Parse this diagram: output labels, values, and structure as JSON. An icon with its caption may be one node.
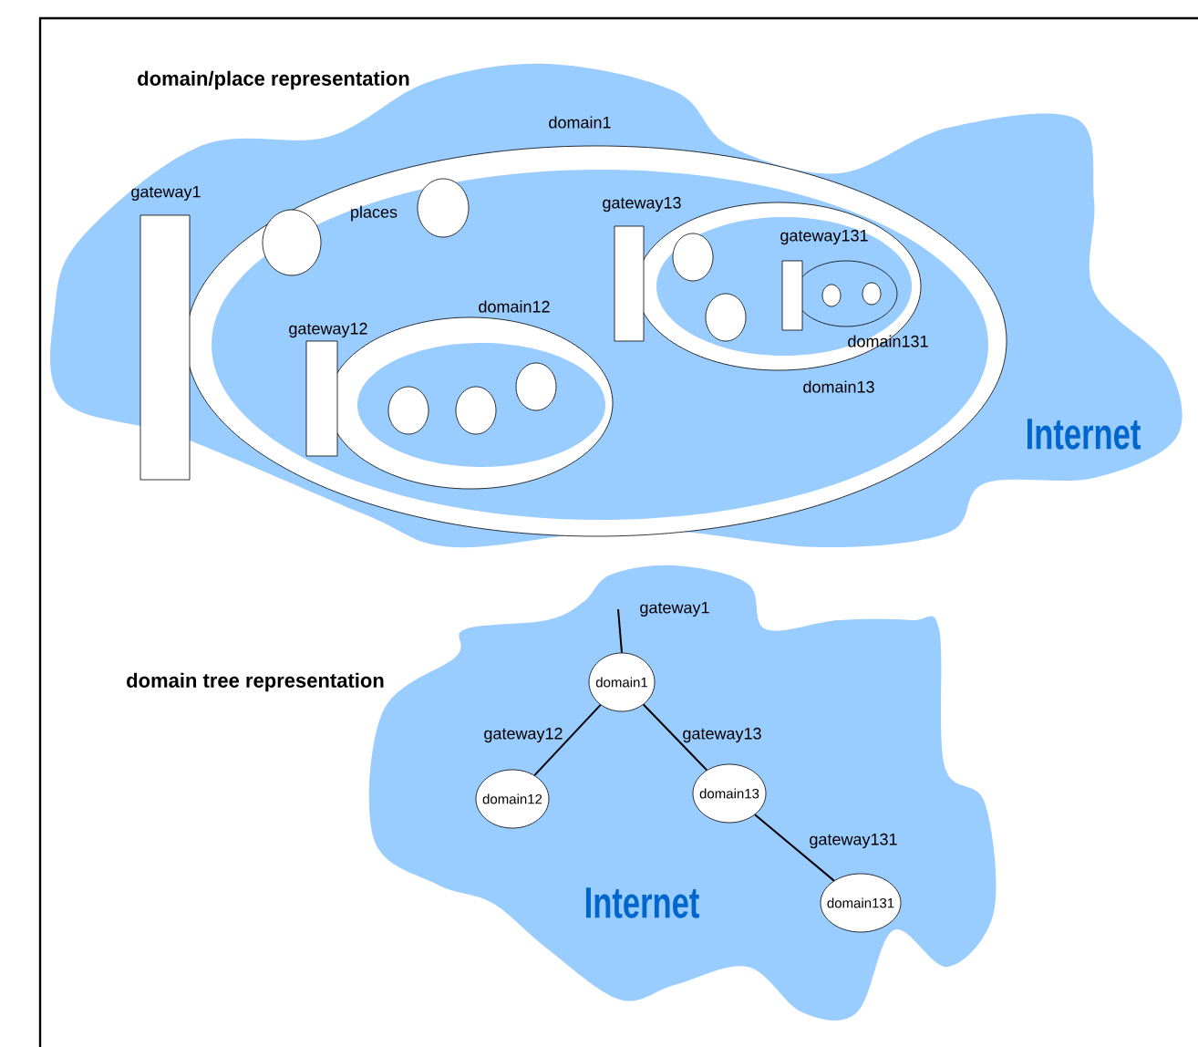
{
  "diagram": {
    "nodes": [
      {
        "text": [
          "Internet"
        ]
      },
      {
        "text": [
          "domain1"
        ],
        "in": 0
      },
      {
        "text": [
          "gateway1"
        ],
        "in": 0
      },
      {
        "text": [],
        "shape": "circle",
        "in": 1
      },
      {
        "text": [],
        "shape": "circle",
        "in": 1
      },
      {
        "text": [
          "gateway13"
        ],
        "in": 1
      },
      {
        "text": [
          "domain13"
        ],
        "in": 1
      },
      {
        "text": [],
        "shape": "circle",
        "in": 6
      },
      {
        "text": [],
        "shape": "circle",
        "in": 6
      },
      {
        "text": [
          "gateway131"
        ],
        "in": 6
      },
      {
        "text": [
          "domain131"
        ],
        "in": 6
      },
      {
        "text": [],
        "shape": "circle",
        "in": 10
      },
      {
        "text": [],
        "shape": "circle",
        "in": 10
      },
      {
        "text": [
          "gateway12"
        ],
        "in": 1
      },
      {
        "text": [
          "domain12"
        ],
        "in": 1
      },
      {
        "text": [],
        "shape": "circle",
        "in": 14
      },
      {
        "text": [],
        "shape": "circle",
        "in": 14
      },
      {
        "text": [],
        "shape": "circle",
        "in": 14
      },
      {
        "text": [
          "Internet"
        ]
      },
      {
        "text": [
          "domain1"
        ],
        "in": 18
      },
      {
        "text": [
          "domain12"
        ],
        "in": 18
      },
      {
        "text": [
          "domain13"
        ],
        "in": 18
      },
      {
        "text": [
          "domain131"
        ],
        "in": 18
      }
    ],
    "edges": [
      {
        "from": null,
        "to": 19,
        "arrow": "none",
        "label": "gateway1"
      },
      {
        "from": 19,
        "to": 20,
        "arrow": "none",
        "label": "gateway12"
      },
      {
        "from": 19,
        "to": 21,
        "arrow": "none",
        "label": "gateway13"
      },
      {
        "from": 21,
        "to": 22,
        "arrow": "none",
        "label": "gateway131"
      }
    ],
    "labels": [
      "domain/place representation",
      "places",
      "domain tree representation"
    ]
  }
}
